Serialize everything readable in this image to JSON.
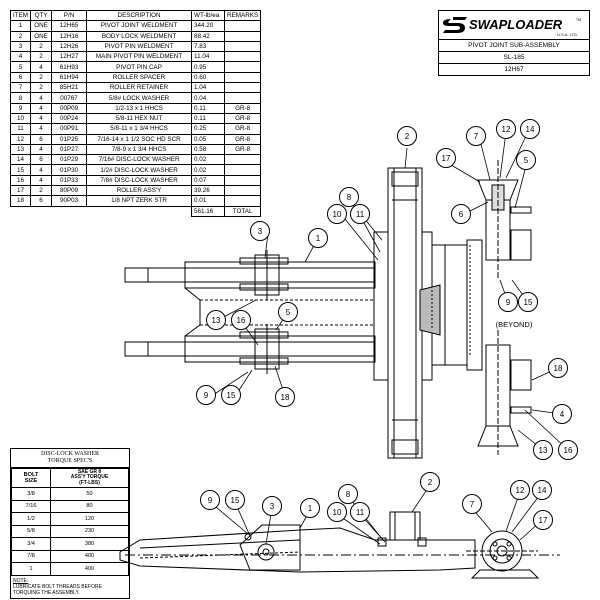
{
  "bom": {
    "headers": [
      "ITEM",
      "QTY",
      "P/N",
      "DESCRIPTION",
      "WT-lb/ea",
      "REMARKS"
    ],
    "rows": [
      [
        "1",
        "ONE",
        "12H65",
        "PIVOT JOINT WELDMENT",
        "344.20",
        ""
      ],
      [
        "2",
        "ONE",
        "12H16",
        "BODY LOCK WELDMENT",
        "88.42",
        ""
      ],
      [
        "3",
        "2",
        "12H26",
        "PIVOT PIN WELDMENT",
        "7.83",
        ""
      ],
      [
        "4",
        "2",
        "12H27",
        "MAIN PIVOT PIN WELDMENT",
        "11.04",
        ""
      ],
      [
        "5",
        "4",
        "61H93",
        "PIVOT PIN CAP",
        "0.95",
        ""
      ],
      [
        "6",
        "2",
        "61H94",
        "ROLLER SPACER",
        "0.60",
        ""
      ],
      [
        "7",
        "2",
        "85H21",
        "ROLLER RETAINER",
        "1.04",
        ""
      ],
      [
        "8",
        "4",
        "00767",
        "5/8# LOCK WASHER",
        "0.04",
        ""
      ],
      [
        "9",
        "4",
        "00P09",
        "1/2-13 x 1 HHCS",
        "0.11",
        "GR-8"
      ],
      [
        "10",
        "4",
        "00P24",
        "5/8-11 HEX NUT",
        "0.11",
        "GR-8"
      ],
      [
        "11",
        "4",
        "00P91",
        "5/8-11 x 1 3/4 HHCS",
        "0.25",
        "GR-8"
      ],
      [
        "12",
        "6",
        "01P25",
        "7/16-14 x 1 1/2 SOC HD SCR",
        "0.05",
        "GR-8"
      ],
      [
        "13",
        "4",
        "01P27",
        "7/8-9 x 1 3/4 HHCS",
        "0.58",
        "GR-8"
      ],
      [
        "14",
        "6",
        "01P29",
        "7/16# DISC-LOCK WASHER",
        "0.02",
        ""
      ],
      [
        "15",
        "4",
        "01P30",
        "1/2# DISC-LOCK WASHER",
        "0.02",
        ""
      ],
      [
        "16",
        "4",
        "01P33",
        "7/8# DISC-LOCK WASHER",
        "0.07",
        ""
      ],
      [
        "17",
        "2",
        "80P09",
        "ROLLER ASS'Y",
        "39.26",
        ""
      ],
      [
        "18",
        "6",
        "90P03",
        "1/8 NPT ZERK STR",
        "0.01",
        ""
      ]
    ],
    "total_value": "561.16",
    "total_label": "TOTAL"
  },
  "title_block": {
    "logo_text": "SWAPLOADER",
    "logo_sub": "U.S.A.  LTD.",
    "logo_tm": "TM",
    "title": "PIVOT JOINT SUB-ASSEMBLY",
    "model": "SL-185",
    "drawing_no": "12H67"
  },
  "torque_table": {
    "title_line1": "DISC-LOCK WASHER",
    "title_line2": "TORQUE SPEC'S",
    "col1_line1": "BOLT",
    "col1_line2": "SIZE",
    "col2_line1": "SAE GR 8",
    "col2_line2": "ASS'Y TORQUE",
    "col2_line3": "(FT-LBS)",
    "rows": [
      [
        "3/8",
        "50"
      ],
      [
        "7/16",
        "80"
      ],
      [
        "1/2",
        "120"
      ],
      [
        "5/8",
        "230"
      ],
      [
        "3/4",
        "380"
      ],
      [
        "7/8",
        "400"
      ],
      [
        "1",
        "400"
      ]
    ],
    "note_label": "NOTE:",
    "note_text": "LUBRICATE BOLT THREADS BEFORE TORQUING THE ASSEMBLY."
  },
  "callouts": {
    "beyond_label": "(BEYOND)",
    "top_view": [
      "1",
      "2",
      "3",
      "5",
      "6",
      "7",
      "8",
      "9",
      "10",
      "11",
      "12",
      "13",
      "14",
      "15",
      "16",
      "17",
      "18",
      "13",
      "16",
      "5",
      "9",
      "15",
      "18",
      "4"
    ],
    "side_view": [
      "1",
      "2",
      "3",
      "7",
      "8",
      "9",
      "10",
      "11",
      "12",
      "14",
      "15",
      "17"
    ]
  }
}
